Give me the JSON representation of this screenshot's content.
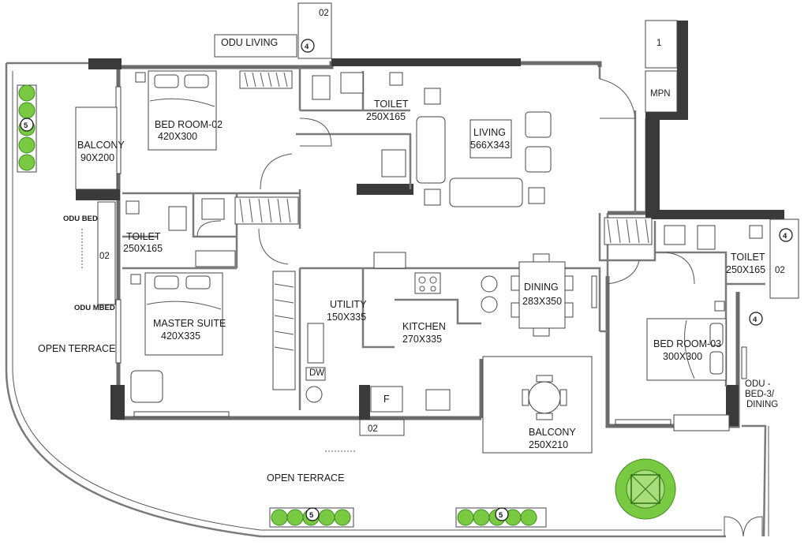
{
  "rooms": {
    "bed_room_02": {
      "name": "BED ROOM-02",
      "size": "420X300"
    },
    "balcony_1": {
      "name": "BALCONY",
      "size": "90X200"
    },
    "toilet_1": {
      "name": "TOILET",
      "size": "250X165"
    },
    "toilet_2": {
      "name": "TOILET",
      "size": "250X165"
    },
    "toilet_3": {
      "name": "TOILET",
      "size": "250X165"
    },
    "master_suite": {
      "name": "MASTER SUITE",
      "size": "420X335"
    },
    "living": {
      "name": "LIVING",
      "size": "566X343"
    },
    "dining": {
      "name": "DINING",
      "size": "283X350"
    },
    "utility": {
      "name": "UTILITY",
      "size": "150X335"
    },
    "kitchen": {
      "name": "KITCHEN",
      "size": "270X335"
    },
    "bed_room_03": {
      "name": "BED ROOM-03",
      "size": "300X300"
    },
    "balcony_2": {
      "name": "BALCONY",
      "size": "250X210"
    }
  },
  "labels": {
    "odu_living": "ODU LIVING",
    "odu_bed2": "ODU BED-2",
    "odu_mbed": "ODU MBED",
    "odu_bed3_line1": "ODU -",
    "odu_bed3_line2": "BED-3/",
    "odu_bed3_line3": "DINING",
    "open_terrace_left": "OPEN TERRACE",
    "open_terrace_bottom": "OPEN TERRACE",
    "mpn": "MPN",
    "shaft_1": "1",
    "dw": "DW",
    "fridge": "F"
  },
  "tags": {
    "t02_top": "02",
    "t02_left": "02",
    "t02_bottom": "02",
    "t02_right": "02",
    "c4_top": "4",
    "c4_right_top": "4",
    "c4_right": "4",
    "c5_left": "5",
    "c5_bottom_a": "5",
    "c5_bottom_b": "5"
  }
}
